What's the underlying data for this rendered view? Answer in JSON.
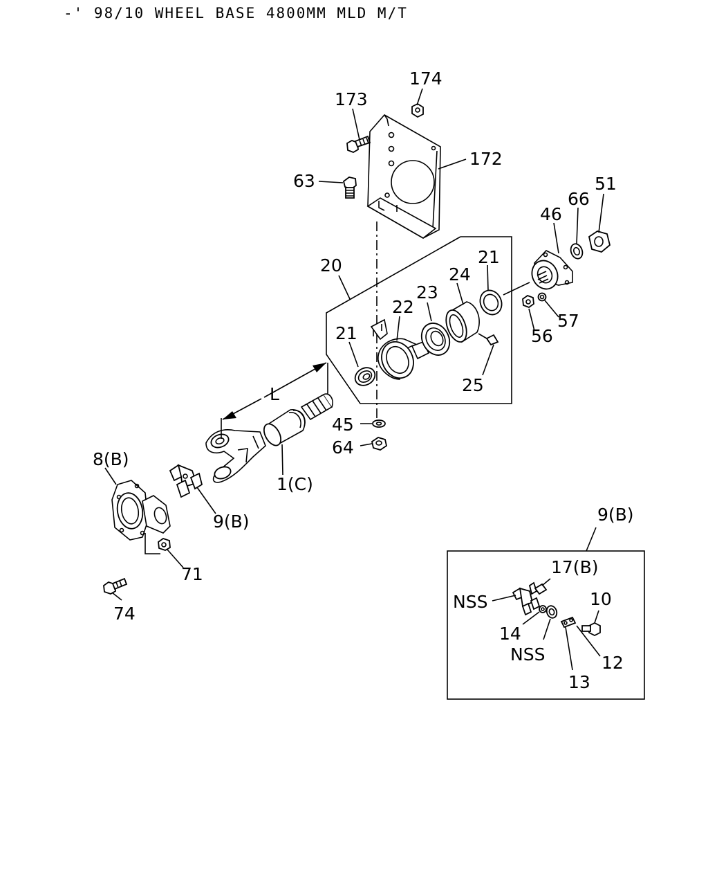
{
  "header": {
    "title": "-' 98/10 WHEEL BASE 4800MM MLD M/T"
  },
  "callouts": {
    "c174": "174",
    "c173": "173",
    "c172": "172",
    "c63": "63",
    "c20": "20",
    "c46": "46",
    "c66": "66",
    "c51": "51",
    "c21a": "21",
    "c24": "24",
    "c23": "23",
    "c22": "22",
    "c21b": "21",
    "c25": "25",
    "c56": "56",
    "c57": "57",
    "cL": "L",
    "c45": "45",
    "c64": "64",
    "c1C": "1(C)",
    "c8B": "8(B)",
    "c9B": "9(B)",
    "c71": "71",
    "c74": "74"
  },
  "inset": {
    "title": "9(B)",
    "c17B": "17(B)",
    "c10": "10",
    "cNSS1": "NSS",
    "c14": "14",
    "cNSS2": "NSS",
    "c12": "12",
    "c13": "13"
  }
}
